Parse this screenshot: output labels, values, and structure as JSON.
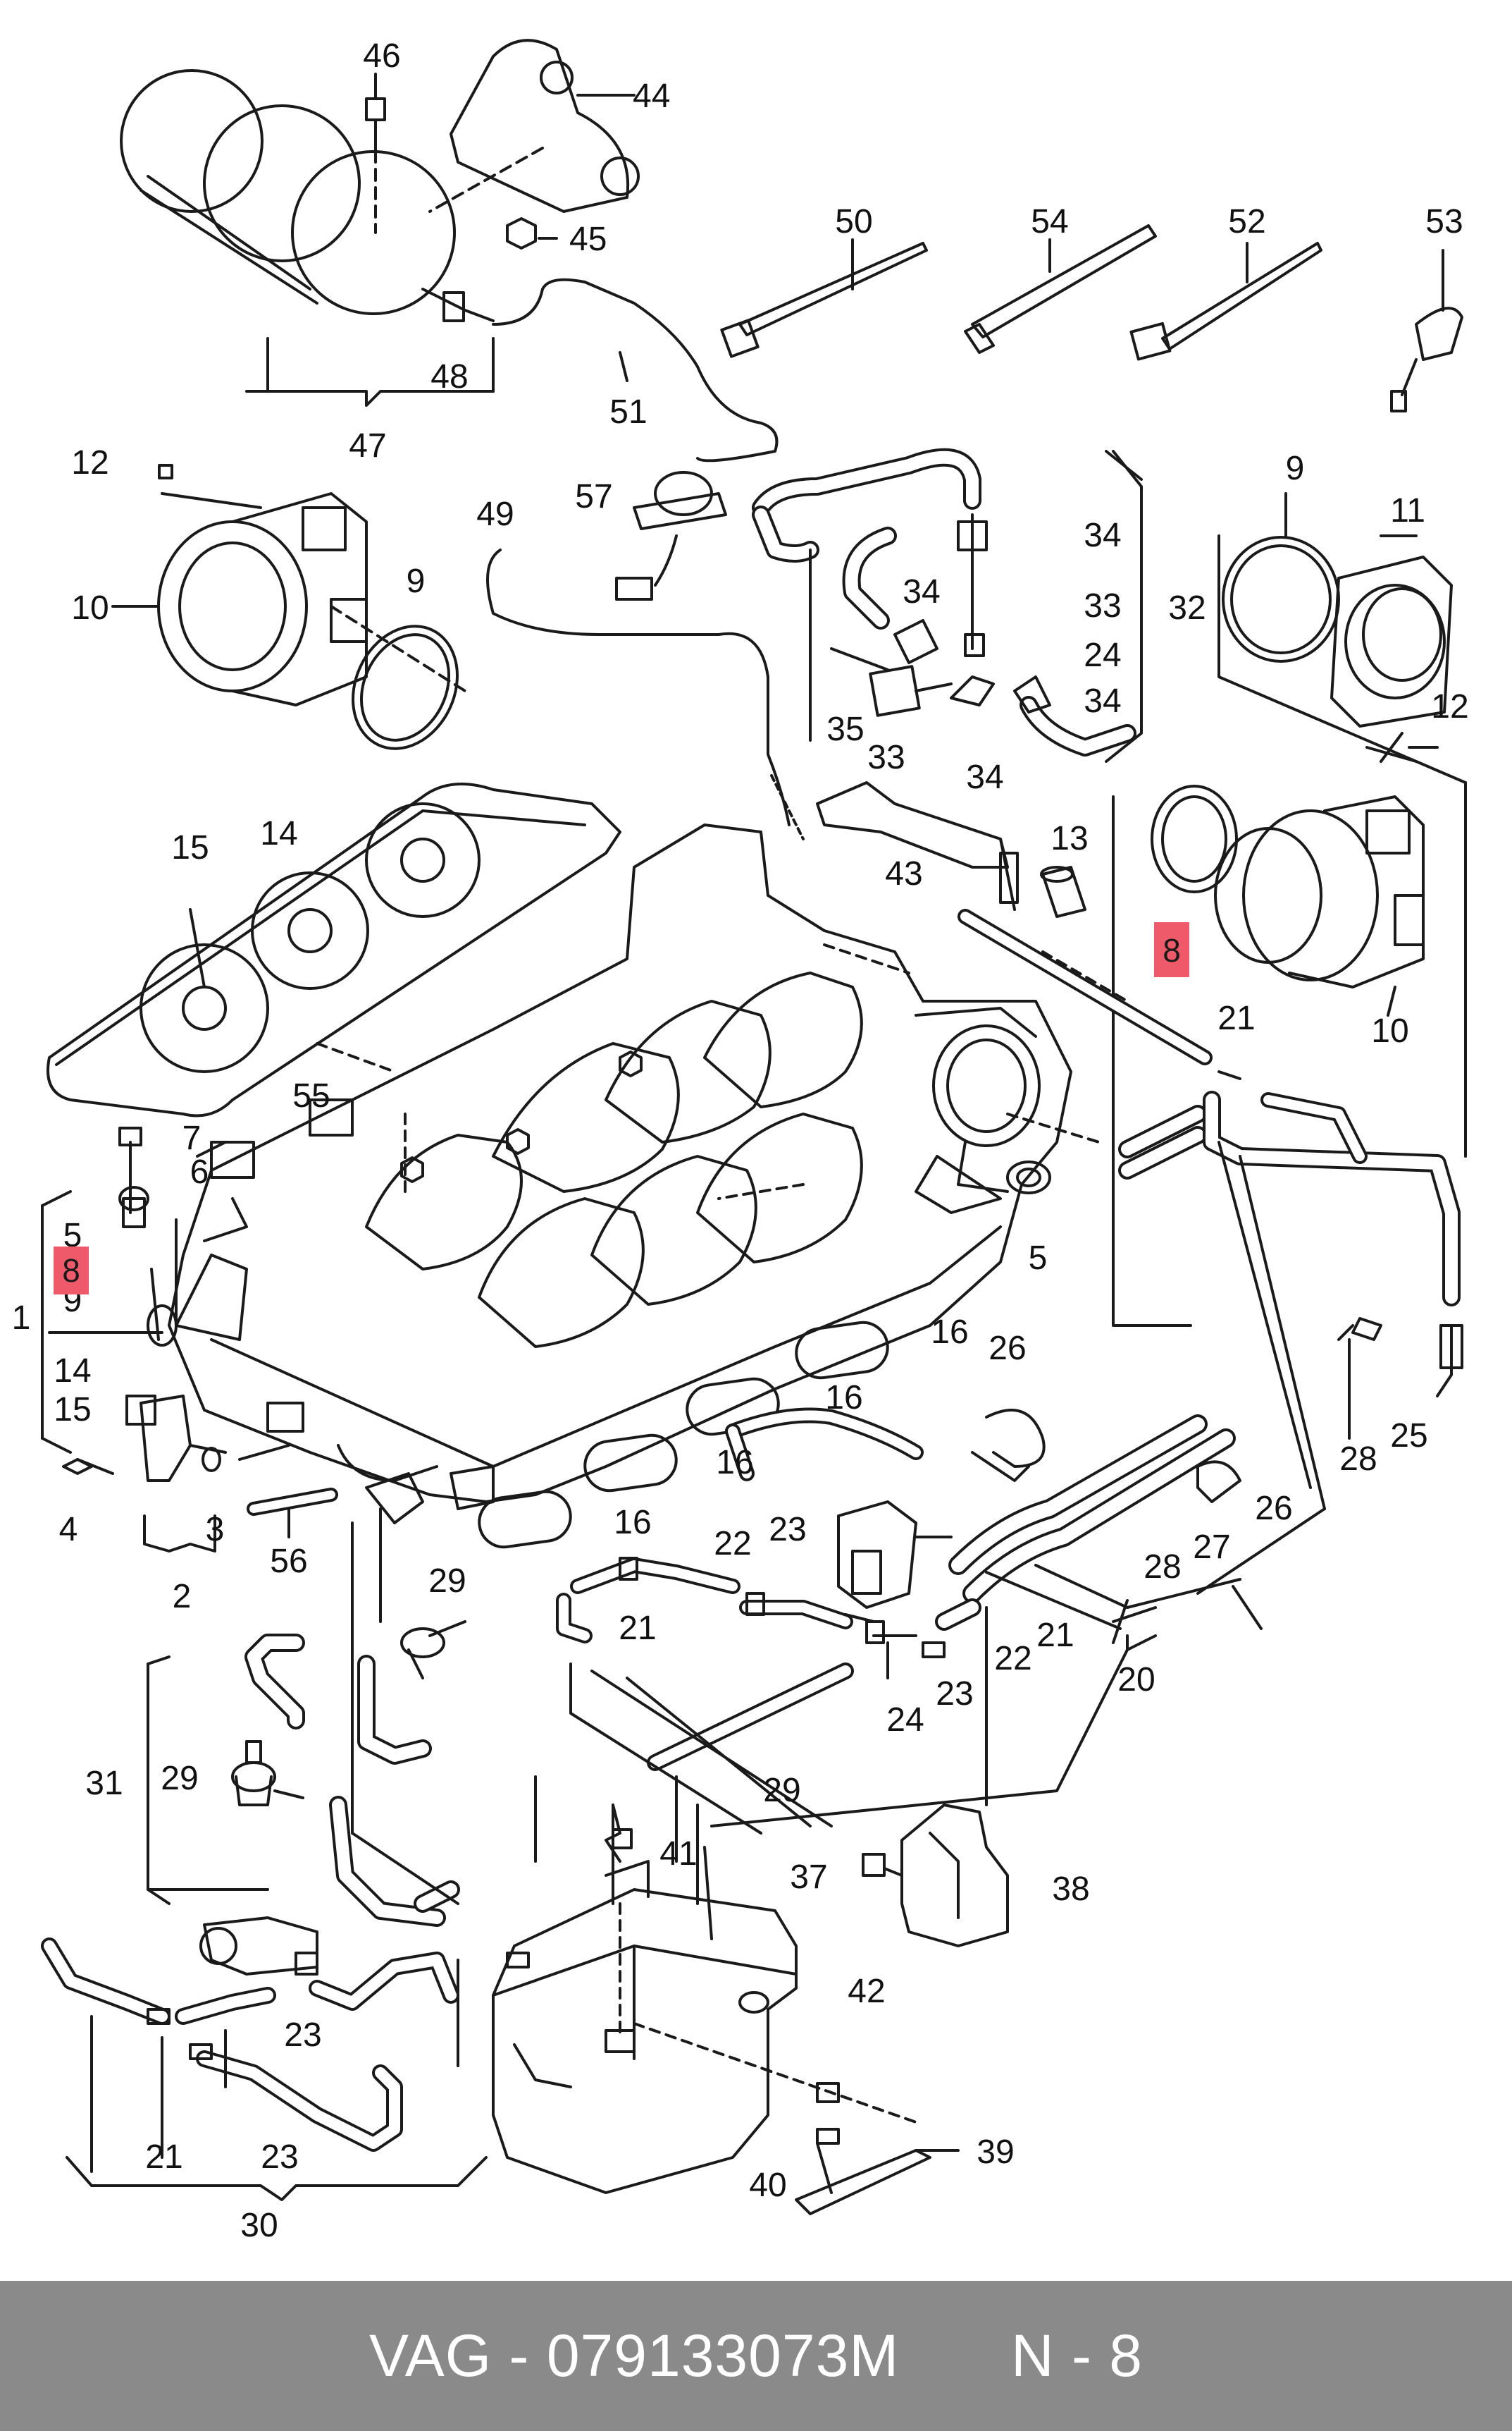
{
  "footer": {
    "brand": "VAG",
    "separator": "-",
    "part_number": "079133073M",
    "position_prefix": "N",
    "position_separator": "-",
    "position_number": "8"
  },
  "highlight_color": "#ee5a6a",
  "footer_color": "#8a8a8a",
  "callouts": {
    "c46": "46",
    "c44": "44",
    "c45": "45",
    "c48": "48",
    "c47": "47",
    "c50": "50",
    "c54": "54",
    "c52": "52",
    "c53": "53",
    "c51": "51",
    "c12a": "12",
    "c10a": "10",
    "c57": "57",
    "c49": "49",
    "c9a": "9",
    "c34a": "34",
    "c34b": "34",
    "c33a": "33",
    "c32": "32",
    "c24a": "24",
    "c34c": "34",
    "c35": "35",
    "c33b": "33",
    "c34d": "34",
    "c43": "43",
    "c9b": "9",
    "c11": "11",
    "c12b": "12",
    "c13": "13",
    "c10b": "10",
    "c15a": "15",
    "c14a": "14",
    "c55": "55",
    "c7": "7",
    "c6": "6",
    "c5a": "5",
    "c9c": "9",
    "c1": "1",
    "c14b": "14",
    "c15b": "15",
    "c4": "4",
    "c3": "3",
    "c2": "2",
    "c56": "56",
    "c5b": "5",
    "c21a": "21",
    "c16a": "16",
    "c16b": "16",
    "c16c": "16",
    "c16d": "16",
    "c26a": "26",
    "c25": "25",
    "c28a": "28",
    "c26b": "26",
    "c27": "27",
    "c28b": "28",
    "c22a": "22",
    "c23a": "23",
    "c29a": "29",
    "c21b": "21",
    "c24b": "24",
    "c22b": "22",
    "c21c": "21",
    "c23b": "23",
    "c20": "20",
    "c29b": "29",
    "c31": "31",
    "c29c": "29",
    "c41": "41",
    "c37": "37",
    "c38": "38",
    "c23c": "23",
    "c42": "42",
    "c39": "39",
    "c40": "40",
    "c21d": "21",
    "c23d": "23",
    "c30": "30",
    "hl_top": "8",
    "hl_left": "8"
  }
}
